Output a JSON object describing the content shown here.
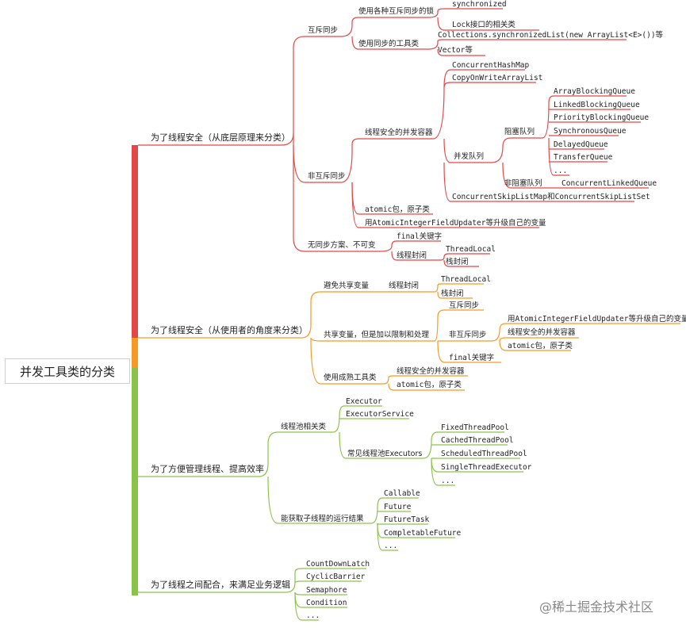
{
  "root": {
    "label": "并发工具类的分类"
  },
  "categories": [
    {
      "label": "为了线程安全（从底层原理来分类）",
      "color": "#e34848"
    },
    {
      "label": "为了线程安全（从使用者的角度来分类）",
      "color": "#f59a23"
    },
    {
      "label": "为了方便管理线程、提高效率",
      "color": "#8bc34a"
    },
    {
      "label": "为了线程之间配合，来满足业务逻辑",
      "color": "#8bc34a"
    }
  ],
  "c1": {
    "mutex": "互斥同步",
    "locks": "使用各种互斥同步的锁",
    "synchronized": "synchronized",
    "lock_iface": "Lock接口的相关类",
    "sync_tools": "使用同步的工具类",
    "sync_list": "Collections.synchronizedList(new ArrayList<E>())等",
    "vector": "Vector等",
    "non_mutex": "非互斥同步",
    "concurrent_containers": "线程安全的并发容器",
    "chm": "ConcurrentHashMap",
    "cowal": "CopyOnWriteArrayList",
    "queues": "并发队列",
    "blocking": "阻塞队列",
    "blocking_items": [
      "ArrayBlockingQueue",
      "LinkedBlockingQueue",
      "PriorityBlockingQueue",
      "SynchronousQueue",
      "DelayedQueue",
      "TransferQueue",
      "..."
    ],
    "non_blocking": "非阻塞队列",
    "clq": "ConcurrentLinkedQueue",
    "skiplist": "ConcurrentSkipListMap和ConcurrentSkipListSet",
    "atomic": "atomic包，原子类",
    "updater": "用AtomicIntegerFieldUpdater等升级自己的变量",
    "no_sync": "无同步方案、不可变",
    "final": "final关键字",
    "confine": "线程封闭",
    "threadlocal": "ThreadLocal",
    "stack_confine": "栈封闭"
  },
  "c2": {
    "avoid_share": "避免共享变量",
    "confine": "线程封闭",
    "threadlocal": "ThreadLocal",
    "stack_confine": "栈封闭",
    "share_limit": "共享变量，但是加以限制和处理",
    "mutex": "互斥同步",
    "non_mutex": "非互斥同步",
    "updater": "用AtomicIntegerFieldUpdater等升级自己的变量",
    "containers": "线程安全的并发容器",
    "atomic": "atomic包，原子类",
    "final": "final关键字",
    "mature_tools": "使用成熟工具类",
    "containers2": "线程安全的并发容器",
    "atomic2": "atomic包，原子类"
  },
  "c3": {
    "pool": "线程池相关类",
    "executor": "Executor",
    "executor_service": "ExecutorService",
    "executors": "常见线程池Executors",
    "pools": [
      "FixedThreadPool",
      "CachedThreadPool",
      "ScheduledThreadPool",
      "SingleThreadExecutor",
      "..."
    ],
    "result": "能获取子线程的运行结果",
    "results": [
      "Callable",
      "Future",
      "FutureTask",
      "CompletableFuture",
      "..."
    ]
  },
  "c4": {
    "items": [
      "CountDownLatch",
      "CyclicBarrier",
      "Semaphore",
      "Condition",
      "..."
    ]
  },
  "watermark": "@稀土掘金技术社区"
}
